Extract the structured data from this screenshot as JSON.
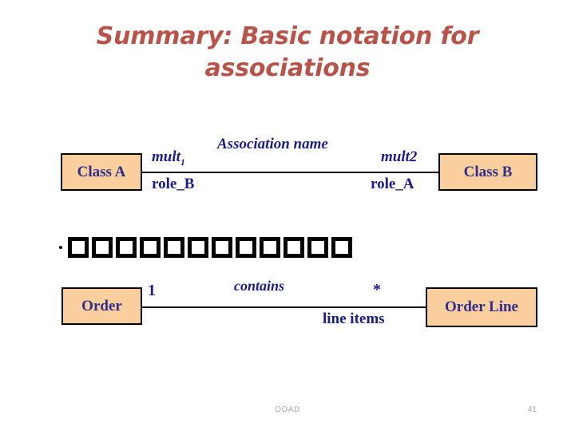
{
  "slide": {
    "title_line1": "Summary: Basic notation for",
    "title_line2": "associations",
    "title_color": "#B8534A",
    "background_color": "#FFFFFF"
  },
  "theme": {
    "class_box_fill": "#FBCE9D",
    "class_box_border": "#000000",
    "class_text_color": "#2E2E8F",
    "label_text_color": "#1B1B8C",
    "footer_text_color": "#A6A6A6"
  },
  "diagram_generic": {
    "left_class": "Class A",
    "right_class": "Class B",
    "association_name": "Association name",
    "left_multiplicity": "mult",
    "left_multiplicity_subscript": "1",
    "right_multiplicity": "mult2",
    "left_role": "role_B",
    "right_role": "role_A"
  },
  "bullet_row": {
    "bullet_glyph": "•",
    "missing_glyph_count": 12,
    "missing_glyph_char": "□"
  },
  "diagram_example": {
    "left_class": "Order",
    "right_class": "Order Line",
    "association_name": "contains",
    "left_multiplicity": "1",
    "right_multiplicity": "*",
    "right_role": "line items"
  },
  "footer": {
    "course": "OOAD",
    "page_number": "41"
  }
}
